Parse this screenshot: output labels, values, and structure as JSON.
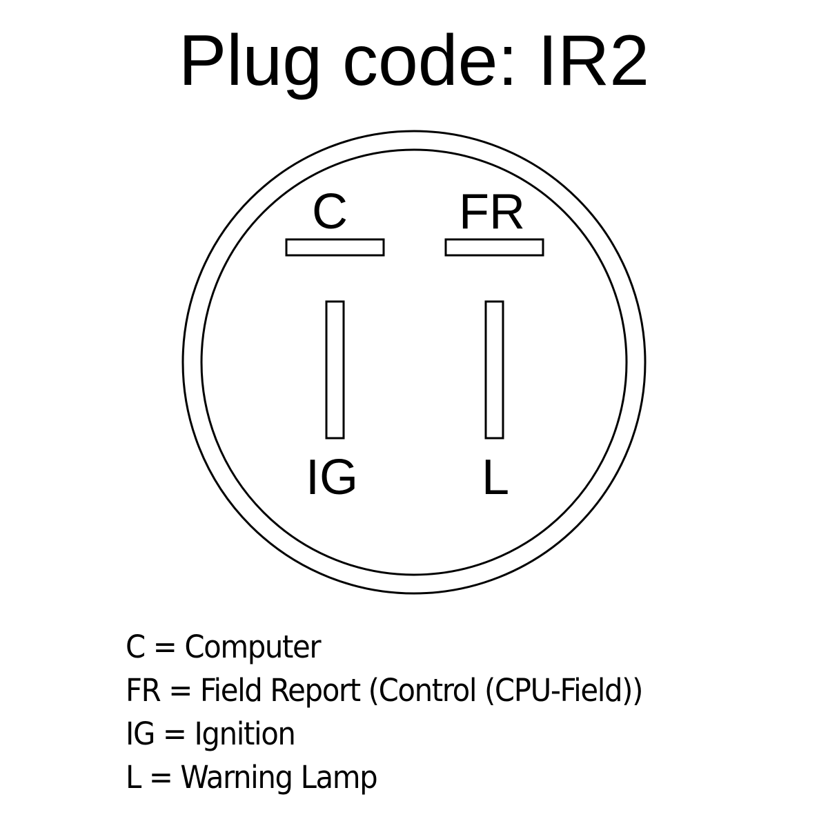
{
  "title": "Plug code: IR2",
  "pins": [
    {
      "code": "C",
      "orientation": "horizontal",
      "position": "top-left"
    },
    {
      "code": "FR",
      "orientation": "horizontal",
      "position": "top-right"
    },
    {
      "code": "IG",
      "orientation": "vertical",
      "position": "bottom-left"
    },
    {
      "code": "L",
      "orientation": "vertical",
      "position": "bottom-right"
    }
  ],
  "legend": [
    {
      "code": "C",
      "separator": "=",
      "meaning": "Computer",
      "text": "C = Computer"
    },
    {
      "code": "FR",
      "separator": "=",
      "meaning": "Field Report (Control (CPU-Field))",
      "text": "FR = Field Report (Control (CPU-Field))"
    },
    {
      "code": "IG",
      "separator": "=",
      "meaning": "Ignition",
      "text": "IG = Ignition"
    },
    {
      "code": "L",
      "separator": "=",
      "meaning": "Warning Lamp",
      "text": "L = Warning Lamp"
    }
  ],
  "colors": {
    "stroke": "#000000",
    "background": "#ffffff"
  }
}
